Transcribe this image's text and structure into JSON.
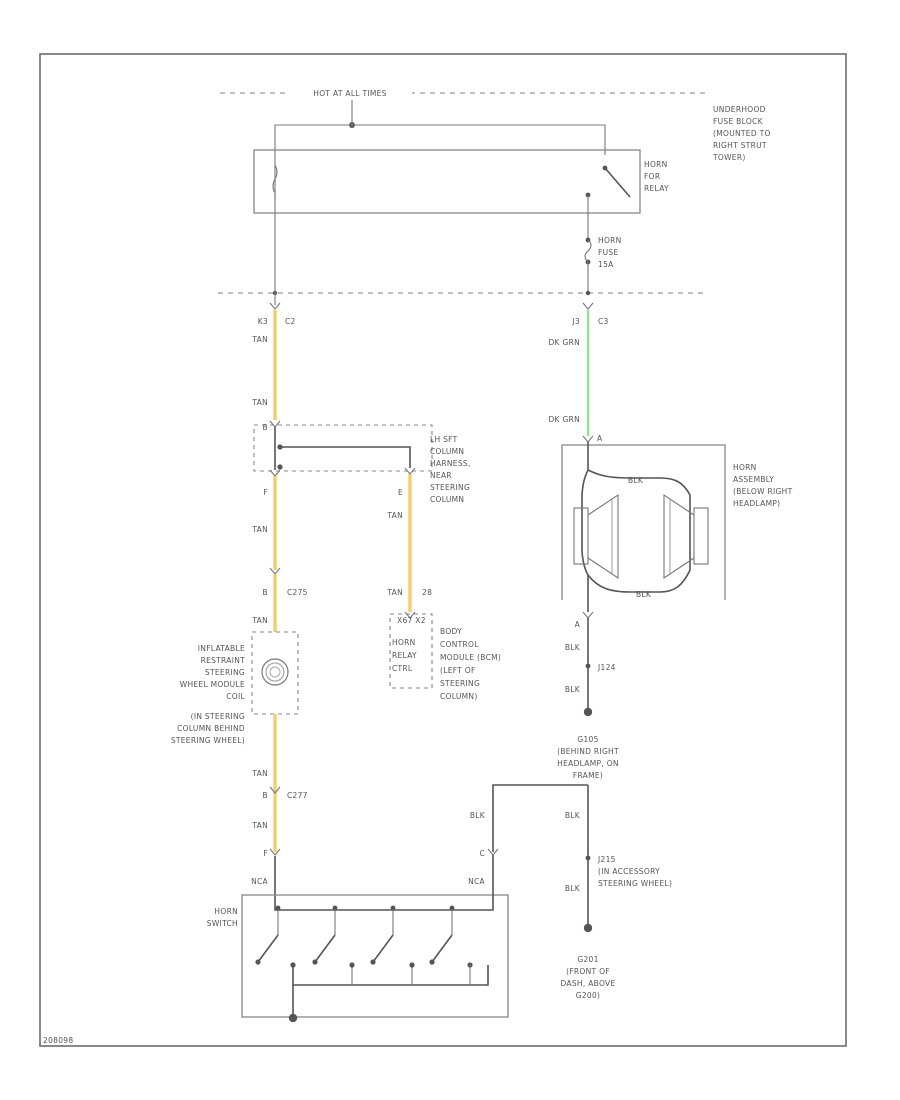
{
  "colors": {
    "tan_wire": "#f3cd6a",
    "green_wire": "#8fe48f",
    "line": "#555555",
    "frame": "#666666"
  },
  "top_bus": "HOT AT ALL TIMES",
  "fuse_block": [
    "UNDERHOOD",
    "FUSE BLOCK",
    "(MOUNTED TO",
    "RIGHT STRUT",
    "TOWER)"
  ],
  "horn_relay": [
    "HORN",
    "FOR",
    "RELAY"
  ],
  "horn_fuse": [
    "HORN",
    "FUSE",
    "15A"
  ],
  "left_pins": {
    "pin_a": "K3",
    "conn_a": "C2",
    "pin_b": "B",
    "conn_b": "C275",
    "pin_c": "B",
    "conn_c": "C277",
    "pin_d": "F"
  },
  "wire_tan": "TAN",
  "right_pins": {
    "pin_a": "J3",
    "conn_a": "C3",
    "pin_b": "A"
  },
  "wire_dkgrn": "DK GRN",
  "splice": [
    "LH SFT",
    "COLUMN",
    "HARNESS,",
    "NEAR",
    "STEERING",
    "COLUMN"
  ],
  "splice_pin_top": "B",
  "splice_pin_left": "F",
  "splice_pin_right": "E",
  "bcm_pin": "28",
  "bcm_conn": "X67 X2",
  "bcm_inner": [
    "HORN",
    "RELAY",
    "CTRL"
  ],
  "bcm": [
    "BODY",
    "CONTROL",
    "MODULE (BCM)",
    "(LEFT OF",
    "STEERING",
    "COLUMN)"
  ],
  "inflatable": [
    "INFLATABLE",
    "RESTRAINT",
    "STEERING",
    "WHEEL MODULE",
    "COIL",
    "(IN STEERING",
    "COLUMN BEHIND",
    "STEERING WHEEL)"
  ],
  "horn_assembly": [
    "HORN",
    "ASSEMBLY",
    "(BELOW RIGHT",
    "HEADLAMP)"
  ],
  "horn_assy_wire": "BLK",
  "wire_blk": "BLK",
  "horn_pin": "A",
  "splice_j124": "J124",
  "ground_g105": [
    "G105",
    "(BEHIND RIGHT",
    "HEADLAMP, ON",
    "FRAME)"
  ],
  "splice_j215": [
    "J215",
    "(IN ACCESSORY",
    "STEERING WHEEL)"
  ],
  "ground_g201": [
    "G201",
    "(FRONT OF",
    "DASH, ABOVE",
    "G200)"
  ],
  "horn_switch": [
    "HORN",
    "SWITCH"
  ],
  "switch_left_conn": "NCA",
  "switch_right_conn": "NCA",
  "switch_right_pin": "C",
  "corner_id": "208098"
}
